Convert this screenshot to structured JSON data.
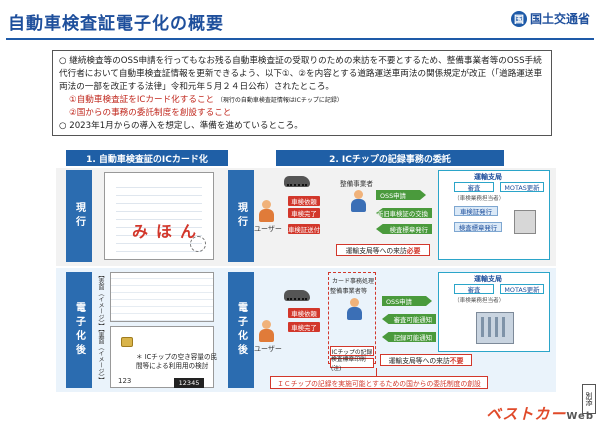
{
  "header": {
    "title": "自動車検査証電子化の概要",
    "ministry": "国土交通省",
    "logo_mark": "国"
  },
  "summary": {
    "para1": "○ 継続検査等のOSS申請を行ってもなお残る自動車検査証の受取りのための来訪を不要とするため、整備事業者等のOSS手続代行者において自動車検査証情報を更新できるよう、以下①、②を内容とする道路運送車両法の関係規定が改正（「道路運送車両法の一部を改正する法律」令和元年５月２４日公布）されたところ。",
    "item1": "①自動車検査証をICカード化すること",
    "item1_note": "（現行の自動車検査証情報はICチップに記録）",
    "item2": "②国からの事務の委託制度を創設すること",
    "para2": "○ 2023年1月からの導入を想定し、準備を進めているところ。"
  },
  "sections": {
    "left_title": "1. 自動車検査証のICカード化",
    "right_title": "2. ICチップの記録事務の委託"
  },
  "rows": {
    "current": "現行",
    "after": "電子化後"
  },
  "left_panel": {
    "sample_text": "みほん",
    "front_label": "【表面（イメージ）】",
    "back_label": "【裏面（イメージ）】",
    "chip_note": "＊ ICチップの空き容量の民間等による利用用の検討",
    "number_left": "123",
    "number_badge": "12345"
  },
  "right_current": {
    "business_label": "整備事業者",
    "user_label": "ユーザー",
    "red_tags": [
      "車検依頼",
      "車検完了",
      "車検証送付"
    ],
    "oss_label": "OSS申請",
    "flows": [
      "新旧車検証の交換",
      "検査標章発行"
    ],
    "visit_text": "運輸支局等への来訪",
    "visit_status": "必要",
    "office_title": "運輸支局",
    "tabs": [
      "審査",
      "MOTAS更新"
    ],
    "sub_note": "（車検業務担当者）",
    "buttons": [
      "車検証発行",
      "検査標章発行"
    ]
  },
  "right_after": {
    "card_label": "カード事務処理",
    "business_label": "整備事業者等",
    "user_label": "ユーザー",
    "red_tags": [
      "車検依頼",
      "車検完了"
    ],
    "flows_right": [
      "OSS申請",
      "審査可能通知",
      "記録可能通知"
    ],
    "ic_labels": [
      "ICチップの記録",
      "検査標章印刷(注)"
    ],
    "visit_text": "運輸支局等への来訪",
    "visit_status": "不要",
    "office_title": "運輸支局",
    "tabs": [
      "審査",
      "MOTAS更新"
    ],
    "sub_note": "（車検業務担当者）",
    "banner": "ＩＣチップの記録を実施可能とするための国からの委託制度の創設"
  },
  "side_tag": "別添",
  "watermark": {
    "brand": "ベストカー",
    "suffix": "Web"
  }
}
